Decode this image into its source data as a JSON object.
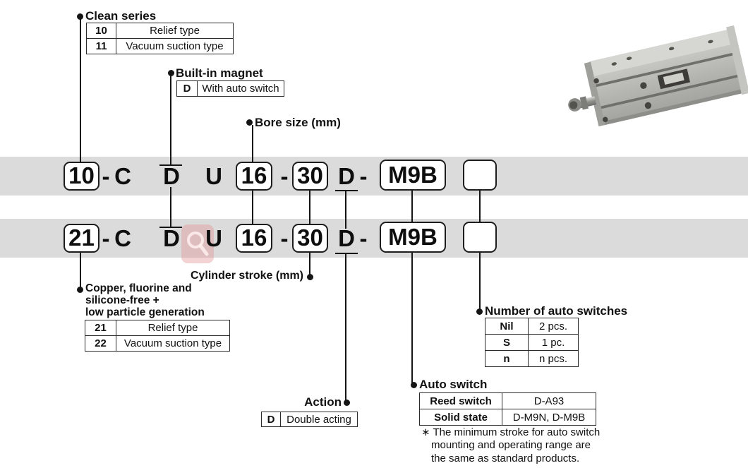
{
  "colors": {
    "band": "#dbdbdb",
    "ink": "#151515",
    "watermark": "#e08b8b"
  },
  "code_rows": [
    {
      "segments": [
        "10",
        "-",
        "C",
        "D",
        "U",
        "16",
        "-",
        "30",
        "D",
        "-",
        "M9B",
        ""
      ]
    },
    {
      "segments": [
        "21",
        "-",
        "C",
        "D",
        "U",
        "16",
        "-",
        "30",
        "D",
        "-",
        "M9B",
        ""
      ]
    }
  ],
  "callouts": {
    "clean_series": {
      "title": "Clean series",
      "rows": [
        [
          "10",
          "Relief type"
        ],
        [
          "11",
          "Vacuum suction type"
        ]
      ]
    },
    "built_in_magnet": {
      "title": "Built-in magnet",
      "rows": [
        [
          "D",
          "With auto switch"
        ]
      ]
    },
    "bore_size": {
      "title": "Bore size (mm)"
    },
    "cylinder_stroke": {
      "title": "Cylinder stroke (mm)"
    },
    "copper_free": {
      "title_lines": [
        "Copper, fluorine and",
        "silicone-free +",
        "low particle generation"
      ],
      "rows": [
        [
          "21",
          "Relief type"
        ],
        [
          "22",
          "Vacuum suction type"
        ]
      ]
    },
    "number_of_auto_switches": {
      "title": "Number of auto switches",
      "rows": [
        [
          "Nil",
          "2 pcs."
        ],
        [
          "S",
          "1 pc."
        ],
        [
          "n",
          "n pcs."
        ]
      ]
    },
    "auto_switch": {
      "title": "Auto switch",
      "rows": [
        [
          "Reed switch",
          "D-A93"
        ],
        [
          "Solid state",
          "D-M9N, D-M9B"
        ]
      ],
      "footnote_lines": [
        "∗ The minimum stroke for auto switch",
        "mounting and operating range are",
        "the same as standard products."
      ]
    },
    "action": {
      "title": "Action",
      "rows": [
        [
          "D",
          "Double acting"
        ]
      ]
    }
  }
}
